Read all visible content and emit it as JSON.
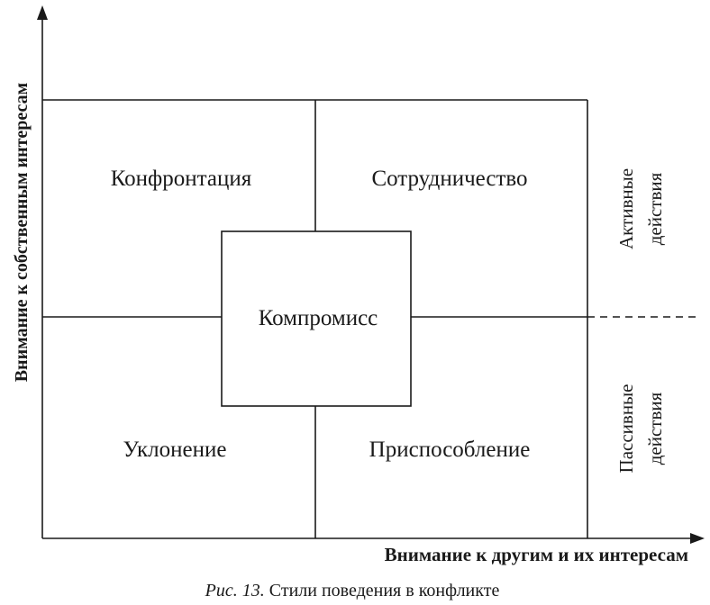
{
  "axes": {
    "y_label": "Внимание к собственным интересам",
    "x_label": "Внимание к другим и их интересам"
  },
  "quadrants": {
    "top_left": "Конфронтация",
    "top_right": "Сотрудничество",
    "center": "Компромисс",
    "bottom_left": "Уклонение",
    "bottom_right": "Приспособление"
  },
  "side_labels": {
    "active_line1": "Активные",
    "active_line2": "действия",
    "passive_line1": "Пассивные",
    "passive_line2": "действия"
  },
  "caption": {
    "prefix": "Рис. 13.",
    "text": " Стили поведения в конфликте"
  }
}
